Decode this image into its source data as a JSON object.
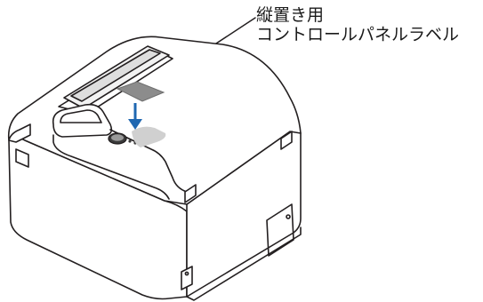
{
  "callout": {
    "line1": "縦置き用",
    "line2": "コントロールパネルラベル"
  },
  "colors": {
    "outline": "#231f20",
    "body_fill": "#ffffff",
    "label_fill": "#8c8c8c",
    "label_shadow": "#d0d0d0",
    "arrow": "#1f67b1",
    "panel_dark": "#3a3a3a"
  },
  "icons": [
    "printer-illustration",
    "down-arrow-icon",
    "leader-line"
  ]
}
